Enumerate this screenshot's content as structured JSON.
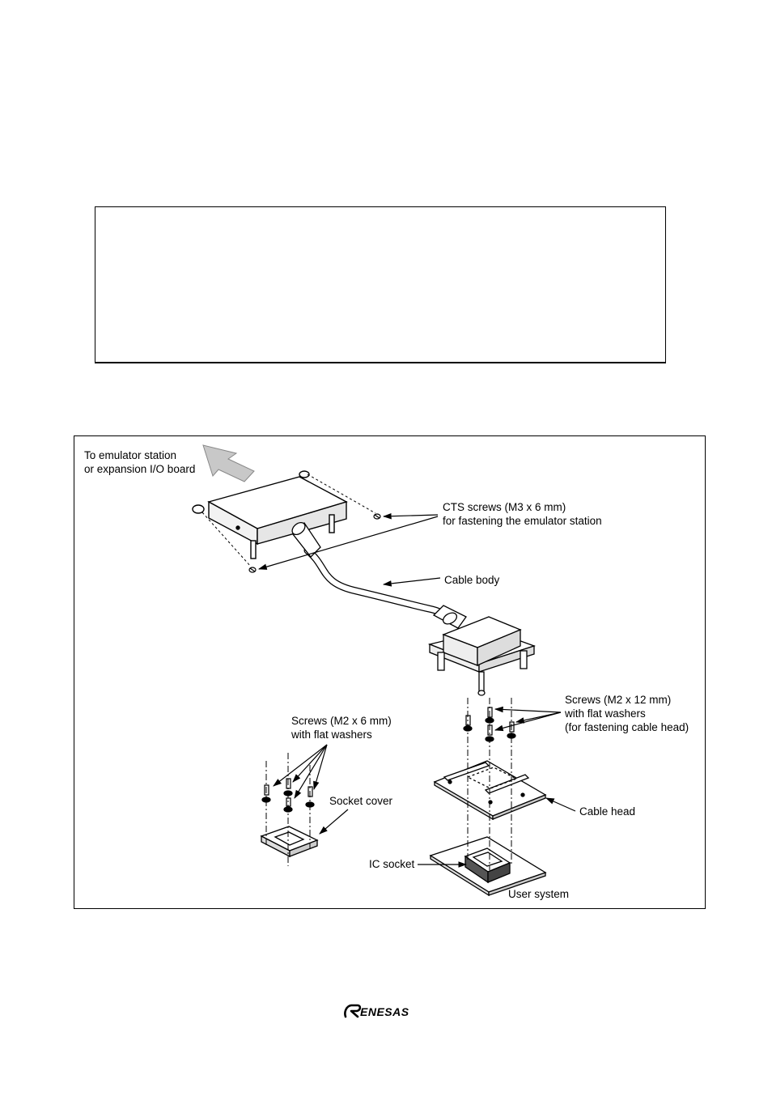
{
  "figure": {
    "labels": {
      "destination_line1": "To emulator station",
      "destination_line2": "or expansion I/O board",
      "cts_screws_line1": "CTS screws (M3 x 6 mm)",
      "cts_screws_line2": "for fastening the emulator station",
      "cable_body": "Cable body",
      "head_screws_line1": "Screws (M2 x 12 mm)",
      "head_screws_line2": "with flat washers",
      "head_screws_line3": "(for fastening cable head)",
      "cover_screws_line1": "Screws (M2 x 6 mm)",
      "cover_screws_line2": "with flat washers",
      "socket_cover": "Socket cover",
      "cable_head": "Cable head",
      "ic_socket": "IC socket",
      "user_system": "User system"
    }
  },
  "footer": {
    "logo_text": "RENESAS"
  }
}
